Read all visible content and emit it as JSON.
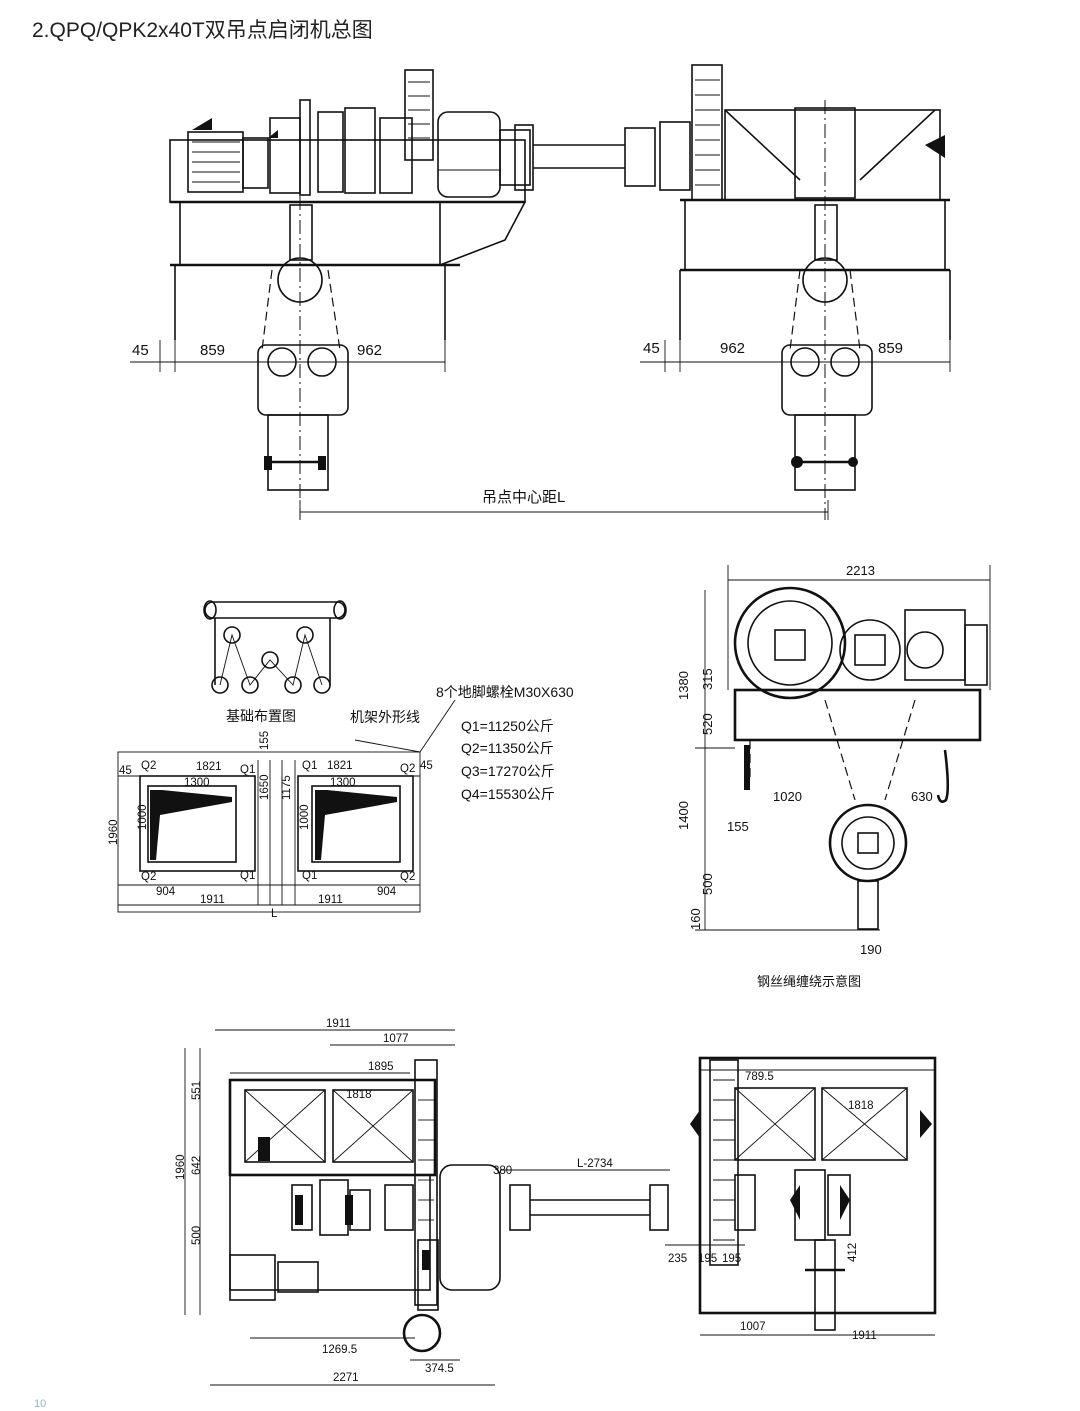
{
  "title": "2.QPQ/QPK2x40T双吊点启闭机总图",
  "page_number": "10",
  "top_view": {
    "dims_left": [
      "45",
      "859",
      "962"
    ],
    "dims_right": [
      "45",
      "962",
      "859"
    ],
    "center_distance": "吊点中心距L"
  },
  "foundation": {
    "rope_diagram_label": "基础布置图",
    "frame_outline_label": "机架外形线",
    "bolts_label": "8个地脚螺栓M30X630",
    "loads": [
      "Q1=11250公斤",
      "Q2=11350公斤",
      "Q3=17270公斤",
      "Q4=15530公斤"
    ],
    "dims": {
      "d45": "45",
      "d1821": "1821",
      "d1300": "1300",
      "d155": "155",
      "d1650": "1650",
      "d1175": "1175",
      "d1000": "1000",
      "d1960": "1960",
      "d904": "904",
      "d1911": "1911",
      "L": "L"
    },
    "q_labels": {
      "q1": "Q1",
      "q2": "Q2"
    }
  },
  "rope_view": {
    "caption": "钢丝绳缠绕示意图",
    "dims": {
      "d2213": "2213",
      "d1380": "1380",
      "d315": "315",
      "d520": "520",
      "d1400": "1400",
      "d1020": "1020",
      "d630": "630",
      "d155": "155",
      "d500": "500",
      "d160": "160",
      "d190": "190"
    }
  },
  "plan_view": {
    "dims": {
      "d1911": "1911",
      "d1077": "1077",
      "d1895": "1895",
      "d1818": "1818",
      "d551": "551",
      "d642": "642",
      "d1960": "1960",
      "d500": "500",
      "d380": "380",
      "L2734": "L-2734",
      "d789_5": "789.5",
      "d1818r": "1818",
      "d235": "235",
      "d195a": "195",
      "d195b": "195",
      "d412": "412",
      "d1007": "1007",
      "d1911r": "1911",
      "d1269_5": "1269.5",
      "d374_5": "374.5",
      "d2271": "2271"
    }
  }
}
